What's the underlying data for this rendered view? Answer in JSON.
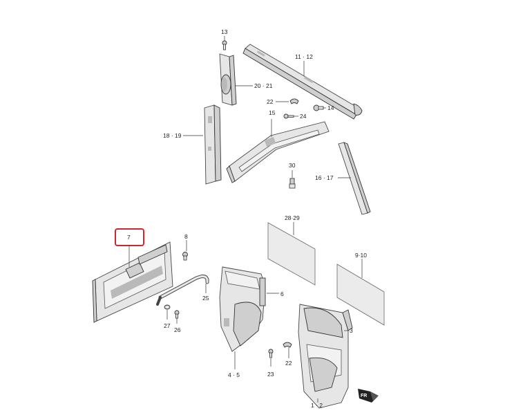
{
  "labels": {
    "l13": "13",
    "l11_12": "11 · 12",
    "l20_21": "20 · 21",
    "l22a": "22",
    "l14": "14",
    "l15": "15",
    "l24": "24",
    "l18_19": "18 · 19",
    "l30": "30",
    "l16_17": "16 · 17",
    "l7": "7",
    "l8": "8",
    "l28_29": "28·29",
    "l9_10": "9·10",
    "l25": "25",
    "l27": "27",
    "l26": "26",
    "l6": "6",
    "l3": "3",
    "l22b": "22",
    "l4_5": "4 · 5",
    "l23": "23",
    "l1_2": "1 · 2",
    "fr": "FR"
  },
  "colors": {
    "highlight": "#d0242f"
  },
  "icons": {
    "direction": "front-direction-arrow-icon"
  }
}
